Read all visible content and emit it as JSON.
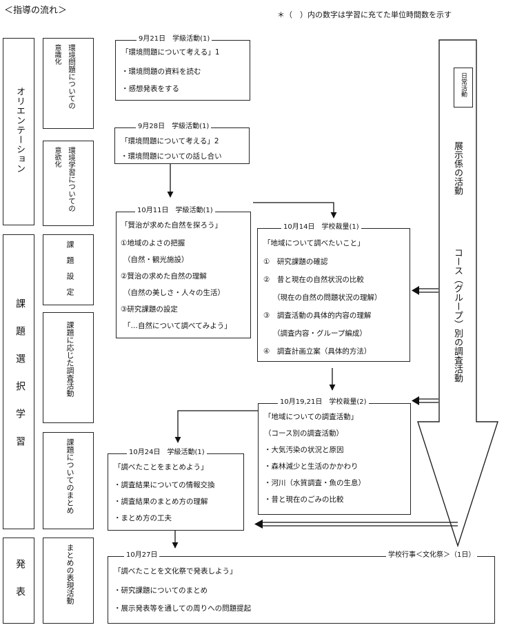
{
  "page": {
    "title": "＜指導の流れ＞",
    "note": "＊（　）内の数字は学習に充てた単位時間数を示す"
  },
  "phases": [
    {
      "label": "オリエンテーション"
    },
    {
      "label": "課題選択学習"
    },
    {
      "label": "発表"
    }
  ],
  "substeps": [
    {
      "label": "意識化",
      "prefix": "環境問題についての"
    },
    {
      "label": "意欲化",
      "prefix": "環境学習についての"
    },
    {
      "label": "課題設定"
    },
    {
      "label": "課題に応じた調査活動"
    },
    {
      "label": "課題についてのまとめ"
    },
    {
      "label": "まとめの表現活動"
    }
  ],
  "boxes": [
    {
      "header": "9月21日　学級活動(1)",
      "lines": [
        "「環境問題について考える」1",
        "・環境問題の資料を読む",
        "・感想発表をする"
      ]
    },
    {
      "header": "9月28日　学級活動(1)",
      "lines": [
        "「環境問題について考える」2",
        "・環境問題についての話し合い"
      ]
    },
    {
      "header": "10月11日　学級活動(1)",
      "lines": [
        "「賢治が求めた自然を探ろう」",
        "①地域のよさの把握",
        "（自然・観光施設）",
        "②賢治の求めた自然の理解",
        "（自然の美しさ・人々の生活）",
        "③研究課題の設定",
        "「…自然について調べてみよう」"
      ]
    },
    {
      "header": "10月14日　学校裁量(1)",
      "lines": [
        "「地域について調べたいこと」",
        "①　研究課題の確認",
        "②　昔と現在の自然状況の比較",
        "（現在の自然の問題状況の理解）",
        "③　調査活動の具体的内容の理解",
        "（調査内容・グループ編成）",
        "④　調査計画立案（具体的方法）"
      ]
    },
    {
      "header": "10月19,21日　学校裁量(2)",
      "lines": [
        "「地域についての調査活動」",
        "（コース別の調査活動）",
        "・大気汚染の状況と原因",
        "・森林減少と生活のかかわり",
        "・河川（水質調査・魚の生息）",
        "・昔と現在のごみの比較"
      ]
    },
    {
      "header": "10月24日　学級活動(1)",
      "lines": [
        "「調べたことをまとめよう」",
        "・調査結果についての情報交換",
        "・調査結果のまとめ方の理解",
        "・まとめ方の工夫"
      ]
    },
    {
      "header": "10月27日",
      "header_right": "学校行事＜文化祭＞（1日）",
      "lines": [
        "「調べたことを文化祭で発表しよう」",
        "・研究課題についてのまとめ",
        "・展示発表等を通しての周りへの問題提起"
      ]
    }
  ],
  "side": {
    "daily": "日常活動",
    "exhibit": "展示係の活動",
    "course": "コース（グループ）別の調査活動"
  }
}
